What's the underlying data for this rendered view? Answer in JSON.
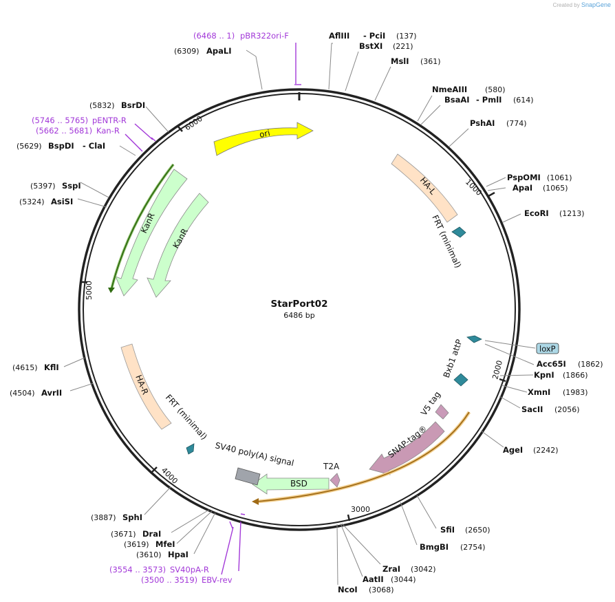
{
  "credit": {
    "prefix": "Created by",
    "brand": "SnapGene"
  },
  "plasmid": {
    "name": "StarPort02",
    "length": "6486 bp"
  },
  "ticks": [
    "1000",
    "2000",
    "3000",
    "4000",
    "5000",
    "6000"
  ],
  "sites": [
    {
      "name": "ApaLI",
      "pos": "(6309)"
    },
    {
      "name": "AflIII",
      "name2": "PciI",
      "pos": "(137)"
    },
    {
      "name": "BstXI",
      "pos": "(221)"
    },
    {
      "name": "MslI",
      "pos": "(361)"
    },
    {
      "name": "NmeAIII",
      "pos": "(580)"
    },
    {
      "name": "BsaAI",
      "name2": "PmlI",
      "pos": "(614)"
    },
    {
      "name": "PshAI",
      "pos": "(774)"
    },
    {
      "name": "PspOMI",
      "pos": "(1061)"
    },
    {
      "name": "ApaI",
      "pos": "(1065)"
    },
    {
      "name": "EcoRI",
      "pos": "(1213)"
    },
    {
      "name": "Acc65I",
      "pos": "(1862)"
    },
    {
      "name": "KpnI",
      "pos": "(1866)"
    },
    {
      "name": "XmnI",
      "pos": "(1983)"
    },
    {
      "name": "SacII",
      "pos": "(2056)"
    },
    {
      "name": "AgeI",
      "pos": "(2242)"
    },
    {
      "name": "SfiI",
      "pos": "(2650)"
    },
    {
      "name": "BmgBI",
      "pos": "(2754)"
    },
    {
      "name": "ZraI",
      "pos": "(3042)"
    },
    {
      "name": "AatII",
      "pos": "(3044)"
    },
    {
      "name": "NcoI",
      "pos": "(3068)"
    },
    {
      "name": "SphI",
      "pos": "(3887)"
    },
    {
      "name": "DraI",
      "pos": "(3671)"
    },
    {
      "name": "MfeI",
      "pos": "(3619)"
    },
    {
      "name": "HpaI",
      "pos": "(3610)"
    },
    {
      "name": "KflI",
      "pos": "(4615)"
    },
    {
      "name": "AvrII",
      "pos": "(4504)"
    },
    {
      "name": "SspI",
      "pos": "(5397)"
    },
    {
      "name": "AsiSI",
      "pos": "(5324)"
    },
    {
      "name": "BsrDI",
      "pos": "(5832)"
    },
    {
      "name": "BspDI",
      "name2": "ClaI",
      "pos": "(5629)"
    }
  ],
  "primers": [
    {
      "range": "(6468 .. 1)",
      "name": "pBR322ori-F"
    },
    {
      "range": "(5746 .. 5765)",
      "name": "pENTR-R"
    },
    {
      "range": "(5662 .. 5681)",
      "name": "Kan-R"
    },
    {
      "range": "(3554 .. 3573)",
      "name": "SV40pA-R"
    },
    {
      "range": "(3500 .. 3519)",
      "name": "EBV-rev"
    }
  ],
  "features": {
    "ori": "ori",
    "kanr_outer": "KanR",
    "kanr_inner": "KanR",
    "ha_l": "HA-L",
    "frt_1": "FRT (minimal)",
    "loxp": "loxP",
    "bxb1": "Bxb1 attP",
    "v5": "V5 tag",
    "snap": "SNAP-tag®",
    "t2a": "T2A",
    "bsd": "BSD",
    "sv40pa": "SV40 poly(A) signal",
    "frt_2": "FRT (minimal)",
    "ha_r": "HA-R"
  },
  "colors": {
    "backbone": "#222222",
    "primer": "#a238d8",
    "ori": "#ffff00",
    "kanr": "#ccffcc",
    "kanr_orf": "#2f6b10",
    "ha": "#ffe2c6",
    "frt": "#2f8a9a",
    "loxp": "#add8e6",
    "v5": "#c99ab8",
    "snap": "#c999b4",
    "orf_yellow": "#e8a63a",
    "bsd": "#ccffcc",
    "sv40": "#a0a4ab"
  }
}
